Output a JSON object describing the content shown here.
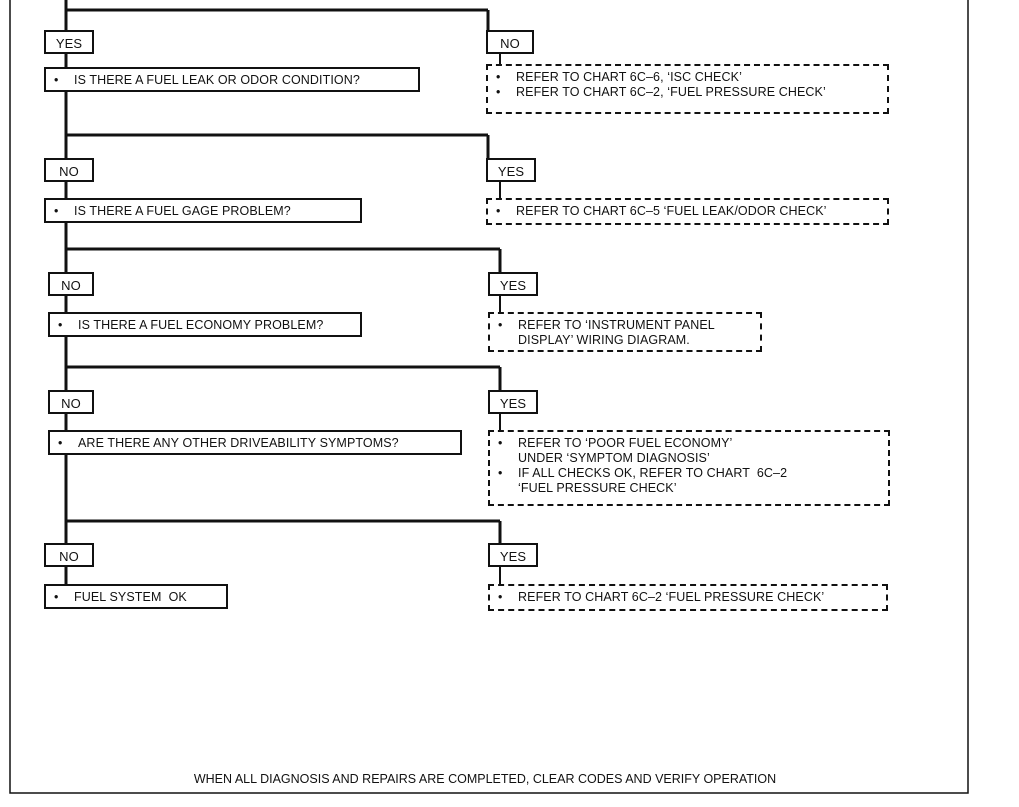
{
  "labels": {
    "yes": "YES",
    "no": "NO"
  },
  "steps": [
    {
      "left_label": "YES",
      "question": "IS THERE A FUEL LEAK OR ODOR CONDITION?",
      "right_label": "NO",
      "refer": [
        "REFER TO CHART 6C–6, ‘ISC CHECK’",
        "REFER TO CHART 6C–2, ‘FUEL PRESSURE CHECK’"
      ]
    },
    {
      "left_label": "NO",
      "question": "IS THERE A FUEL GAGE PROBLEM?",
      "right_label": "YES",
      "refer": [
        "REFER TO CHART 6C–5 ‘FUEL LEAK/ODOR CHECK’"
      ]
    },
    {
      "left_label": "NO",
      "question": "IS THERE A FUEL ECONOMY PROBLEM?",
      "right_label": "YES",
      "refer": [
        "REFER TO ‘INSTRUMENT PANEL\nDISPLAY’ WIRING DIAGRAM."
      ]
    },
    {
      "left_label": "NO",
      "question": "ARE THERE ANY OTHER DRIVEABILITY SYMPTOMS?",
      "right_label": "YES",
      "refer": [
        "REFER TO ‘POOR FUEL ECONOMY’\nUNDER ‘SYMPTOM DIAGNOSIS’",
        "IF ALL CHECKS OK, REFER TO CHART  6C–2\n‘FUEL PRESSURE CHECK’"
      ]
    },
    {
      "left_label": "NO",
      "question": "FUEL SYSTEM  OK",
      "right_label": "YES",
      "refer": [
        "REFER TO CHART 6C–2 ‘FUEL PRESSURE CHECK’"
      ]
    }
  ],
  "bullet": "•",
  "footer": "WHEN ALL DIAGNOSIS AND REPAIRS ARE COMPLETED, CLEAR CODES AND VERIFY OPERATION"
}
